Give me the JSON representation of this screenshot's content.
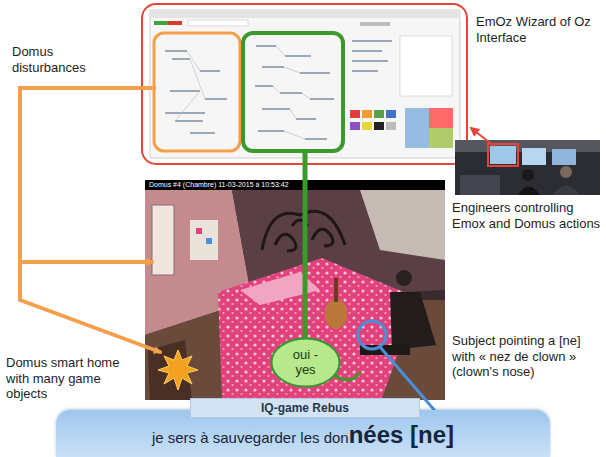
{
  "diagram": {
    "nodes": [
      {
        "text": [
          "oui - yes"
        ]
      },
      {
        "text": [
          "IQ-game Rebus"
        ]
      },
      {
        "text": [
          "je sers à sauvegarder les don",
          "nées [ne]"
        ]
      }
    ],
    "labels": [
      "Domus disturbances",
      "EmOz Wizard of Oz Interface",
      "Engineers controlling Emox and Domus actions",
      "Domus #4 (Chambre) 11-03-2015 à 10:53:42",
      "Domus smart home with many game objects",
      "Subject pointing a [ne] with « nez de clown » (clown's nose)"
    ]
  }
}
